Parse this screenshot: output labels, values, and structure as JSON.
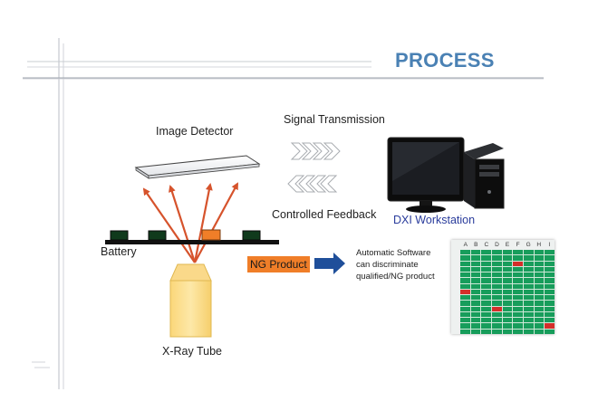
{
  "header": {
    "title": "PROCESS"
  },
  "labels": {
    "image_detector": "Image Detector",
    "signal_transmission": "Signal Transmission",
    "controlled_feedback": "Controlled Feedback",
    "workstation": "DXI Workstation",
    "battery": "Battery",
    "xray_tube": "X-Ray Tube",
    "ng_product": "NG Product",
    "software_note": "Automatic Software\ncan discriminate\nqualified/NG product"
  },
  "result_grid": {
    "columns": [
      "A",
      "B",
      "C",
      "D",
      "E",
      "F",
      "G",
      "H",
      "I"
    ],
    "row_count": 15,
    "ng_cells": [
      {
        "row": 2,
        "col": 5
      },
      {
        "row": 7,
        "col": 0
      },
      {
        "row": 10,
        "col": 3
      },
      {
        "row": 13,
        "col": 8
      }
    ]
  },
  "colors": {
    "title": "#4a81b4",
    "ng_highlight": "#f07e28",
    "ray": "#d6532c",
    "arrow": "#1f4f9a",
    "grid_ok": "#179d5b",
    "grid_ng": "#d42e2a",
    "xray_tube": "#fcdd88"
  }
}
